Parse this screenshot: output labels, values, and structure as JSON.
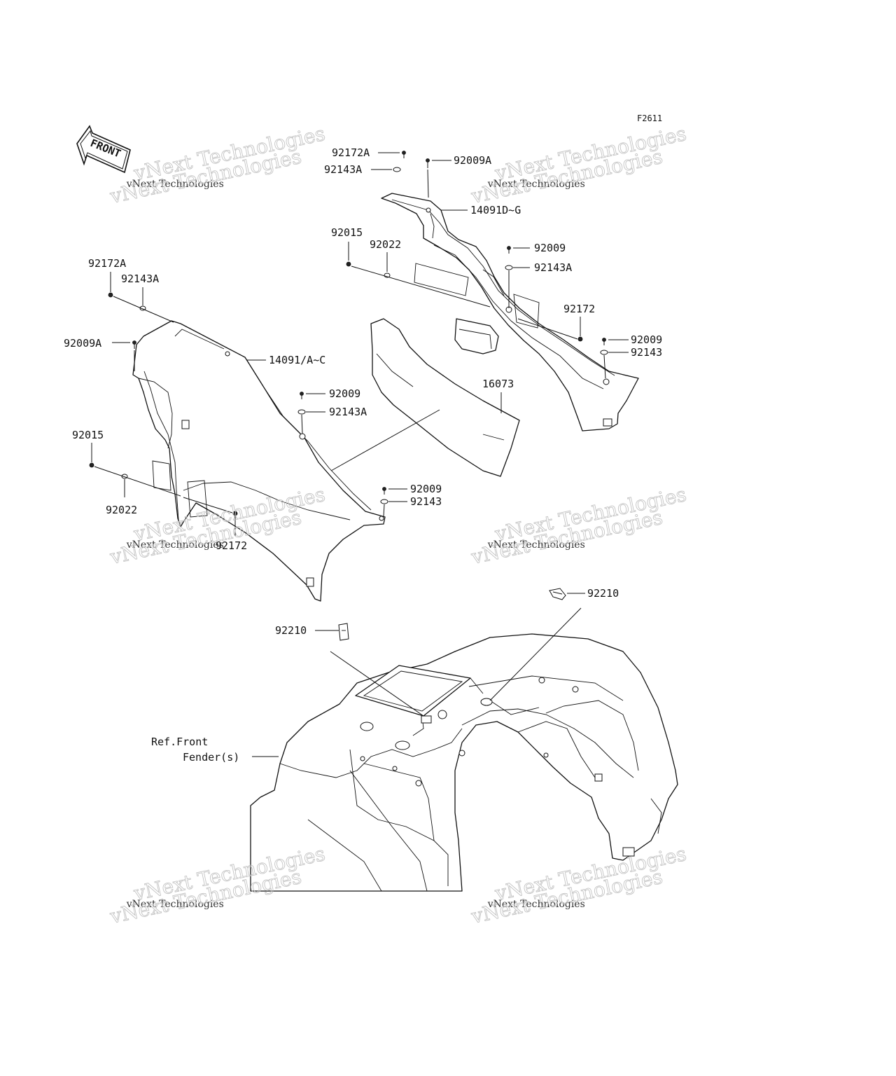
{
  "figure_code": "F2611",
  "front_arrow_text": "FRONT",
  "watermark": {
    "outline_text": "vNext Technologies",
    "small_text": "vNext Technologies"
  },
  "labels": {
    "l_92172A_top": "92172A",
    "l_92143A_top": "92143A",
    "l_92009A_top": "92009A",
    "l_14091DG": "14091D~G",
    "l_92015_top": "92015",
    "l_92022_top": "92022",
    "l_92009_r1": "92009",
    "l_92143A_r1": "92143A",
    "l_92172_r": "92172",
    "l_92009_r2": "92009",
    "l_92143_r2": "92143",
    "l_92172A_left": "92172A",
    "l_92143A_left": "92143A",
    "l_92009A_left": "92009A",
    "l_14091AC": "14091/A~C",
    "l_16073": "16073",
    "l_92009_mid": "92009",
    "l_92143A_mid": "92143A",
    "l_92015_left": "92015",
    "l_92022_left": "92022",
    "l_92172_left": "92172",
    "l_92009_low": "92009",
    "l_92143_low": "92143",
    "l_92210_right": "92210",
    "l_92210_left": "92210",
    "l_ref_line1": "Ref.Front",
    "l_ref_line2": "Fender(s)"
  }
}
